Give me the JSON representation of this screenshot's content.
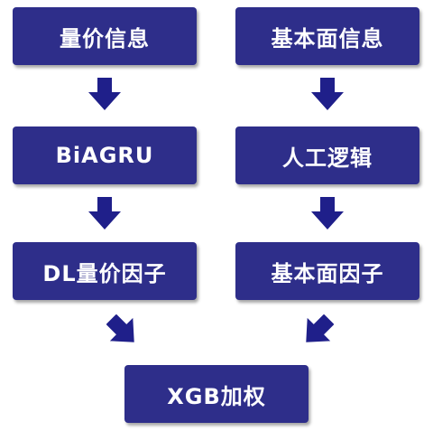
{
  "diagram": {
    "colors": {
      "box_fill": "#2e2e8a",
      "box_text": "#ffffff",
      "arrow_fill": "#1f1f8a"
    },
    "left_column": {
      "step1": "量价信息",
      "step2": "BiAGRU",
      "step3": "DL量价因子"
    },
    "right_column": {
      "step1": "基本面信息",
      "step2": "人工逻辑",
      "step3": "基本面因子"
    },
    "final": "XGB加权"
  }
}
